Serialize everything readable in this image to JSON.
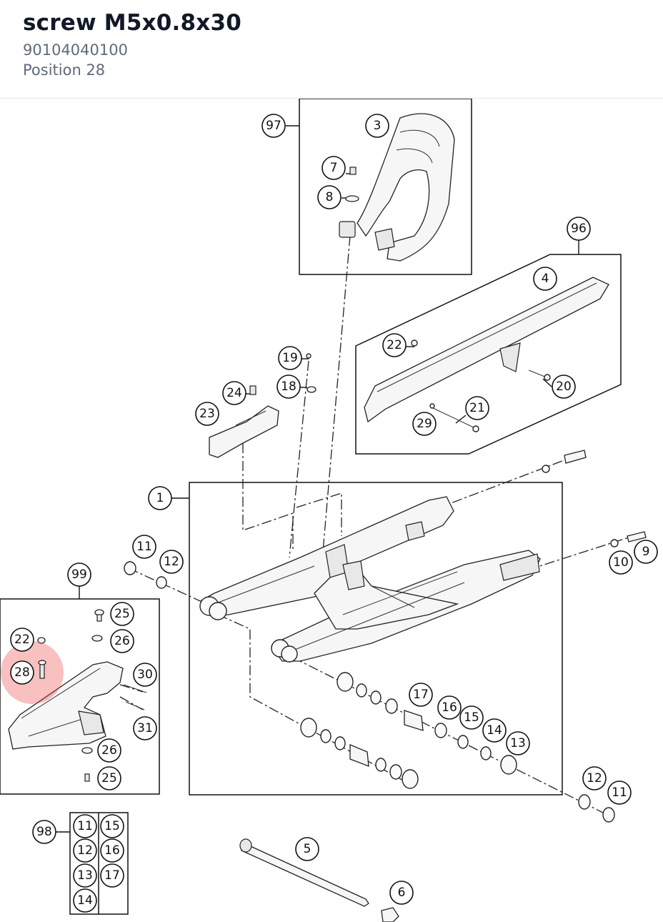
{
  "header": {
    "title": "screw M5x0.8x30",
    "part_number": "90104040100",
    "position": "Position 28"
  },
  "highlight_color": "#eb3c3c",
  "highlighted_position": "28",
  "callouts": {
    "c97": "97",
    "c3": "3",
    "c7": "7",
    "c8": "8",
    "c96": "96",
    "c4": "4",
    "c22a": "22",
    "c20": "20",
    "c21": "21",
    "c29": "29",
    "c19": "19",
    "c18": "18",
    "c24": "24",
    "c23": "23",
    "c1": "1",
    "c11a": "11",
    "c12a": "12",
    "c9": "9",
    "c10": "10",
    "c99": "99",
    "c25a": "25",
    "c26a": "26",
    "c22b": "22",
    "c28": "28",
    "c30": "30",
    "c31": "31",
    "c26b": "26",
    "c25b": "25",
    "c17a": "17",
    "c16a": "16",
    "c15a": "15",
    "c14a": "14",
    "c13a": "13",
    "c12b": "12",
    "c11b": "11",
    "c5": "5",
    "c6": "6",
    "c98": "98",
    "c11c": "11",
    "c15b": "15",
    "c12c": "12",
    "c16b": "16",
    "c13b": "13",
    "c17b": "17",
    "c14b": "14"
  }
}
